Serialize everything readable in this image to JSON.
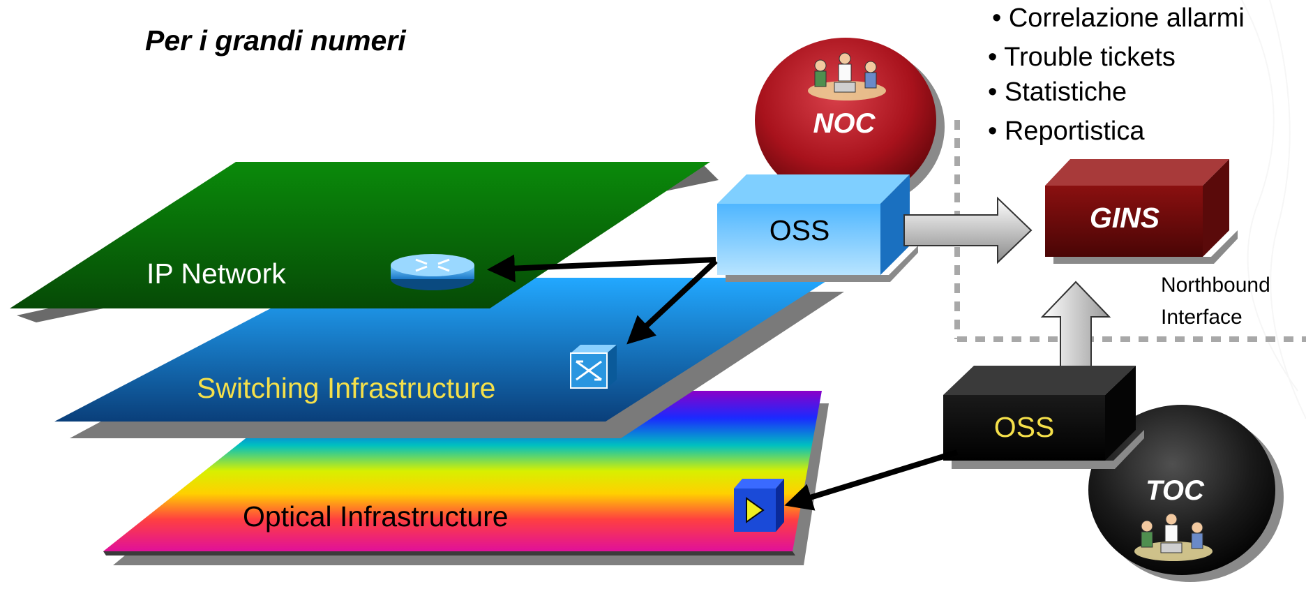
{
  "title": "Per i grandi numeri",
  "bullets": [
    "• Correlazione allarmi",
    "• Trouble tickets",
    "• Statistiche",
    "• Reportistica"
  ],
  "layers": {
    "ip": "IP Network",
    "switching": "Switching Infrastructure",
    "optical": "Optical Infrastructure"
  },
  "centers": {
    "noc": "NOC",
    "toc": "TOC"
  },
  "boxes": {
    "oss_top": "OSS",
    "oss_bottom": "OSS",
    "gins": "GINS"
  },
  "northbound": {
    "line1": "Northbound",
    "line2": "Interface"
  },
  "colors": {
    "ip_layer": "#0a7a0a",
    "switching_layer": "#1a8fe0",
    "switching_text": "#f5e04a",
    "noc_circle": "#b3101a",
    "toc_circle": "#111111",
    "gins_box": "#7a0a0a",
    "oss_top_box": "#5cc0ff",
    "oss_bottom_box": "#111111",
    "oss_bottom_text": "#f5e04a"
  },
  "icons": [
    "router-icon",
    "switch-icon",
    "optical-device-icon",
    "people-meeting-icon"
  ]
}
